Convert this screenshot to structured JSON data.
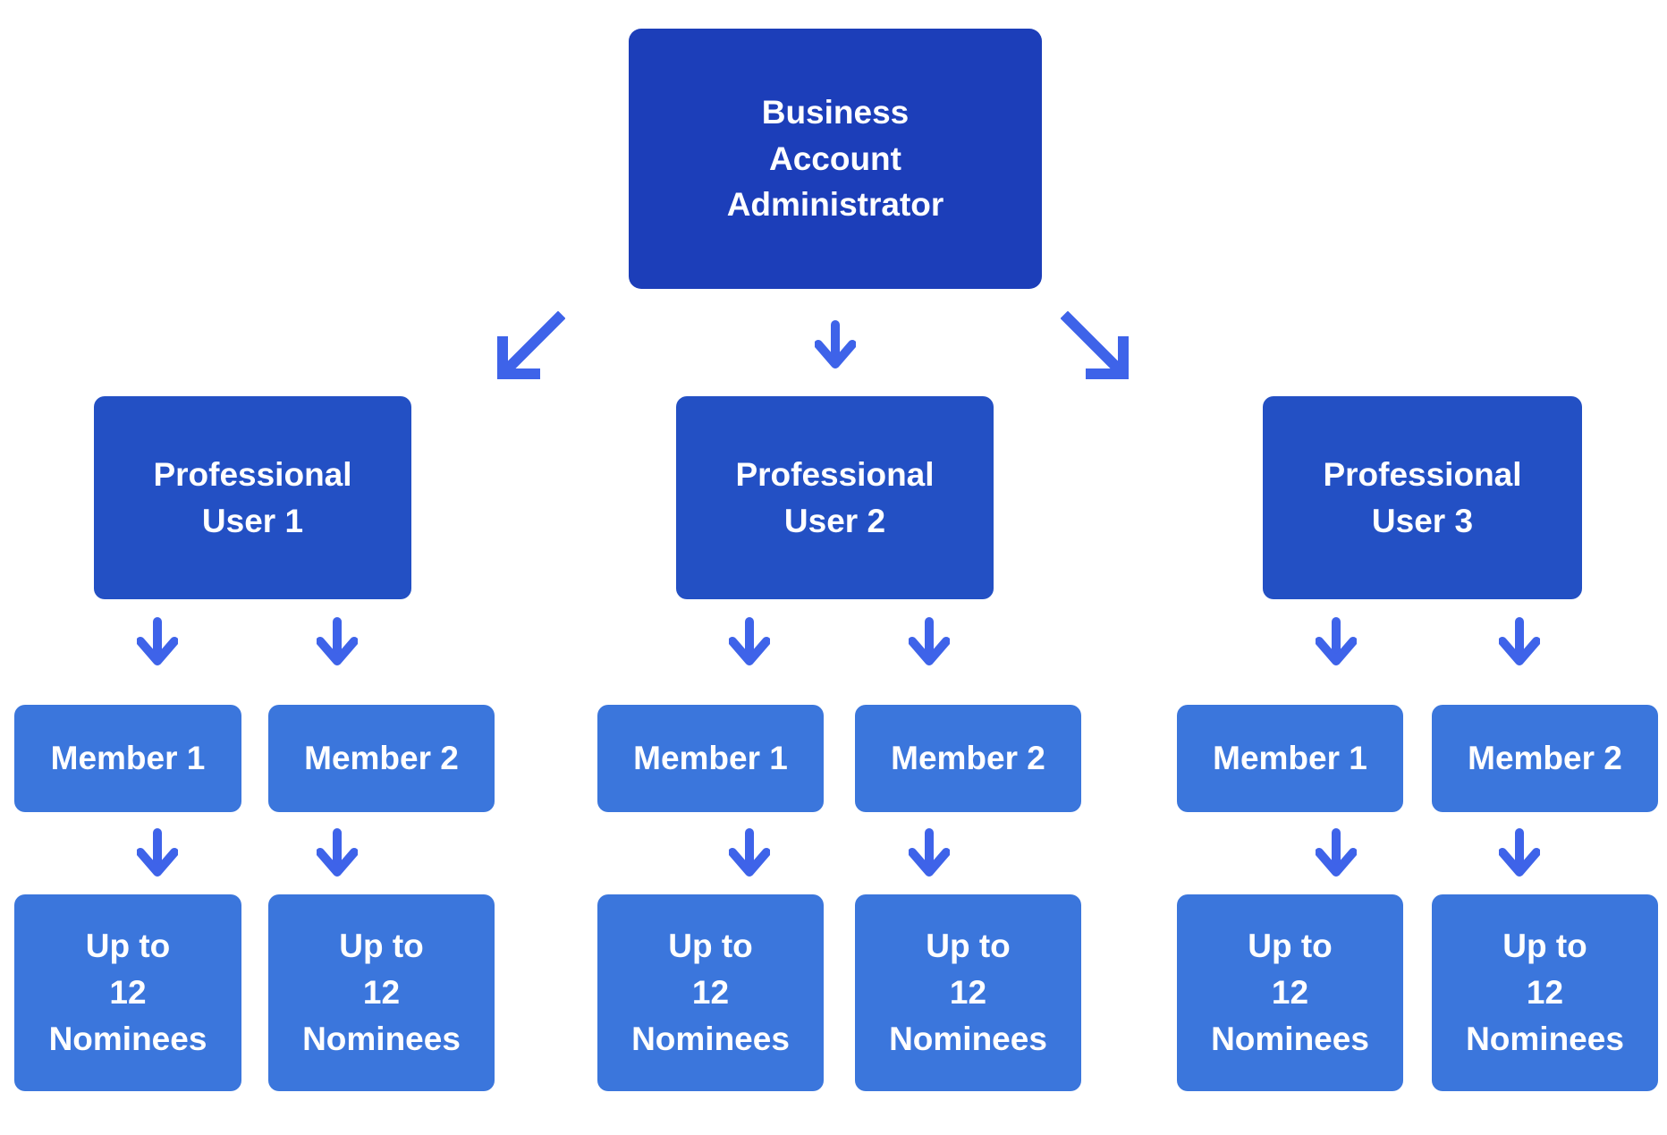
{
  "colors": {
    "bg": "#ffffff",
    "box-dark": "#1C3EB9",
    "box-mid": "#2350C4",
    "box-light": "#3B76DC",
    "arrow": "#3E63E9",
    "text": "#ffffff"
  },
  "nodes": {
    "root": "Business\nAccount\nAdministrator",
    "groups": [
      {
        "parent": "Professional\nUser 1",
        "members": [
          {
            "label": "Member 1",
            "nominee": "Up to\n12\nNominees"
          },
          {
            "label": "Member 2",
            "nominee": "Up to\n12\nNominees"
          }
        ]
      },
      {
        "parent": "Professional\nUser 2",
        "members": [
          {
            "label": "Member 1",
            "nominee": "Up to\n12\nNominees"
          },
          {
            "label": "Member 2",
            "nominee": "Up to\n12\nNominees"
          }
        ]
      },
      {
        "parent": "Professional\nUser 3",
        "members": [
          {
            "label": "Member 1",
            "nominee": "Up to\n12\nNominees"
          },
          {
            "label": "Member 2",
            "nominee": "Up to\n12\nNominees"
          }
        ]
      }
    ]
  }
}
